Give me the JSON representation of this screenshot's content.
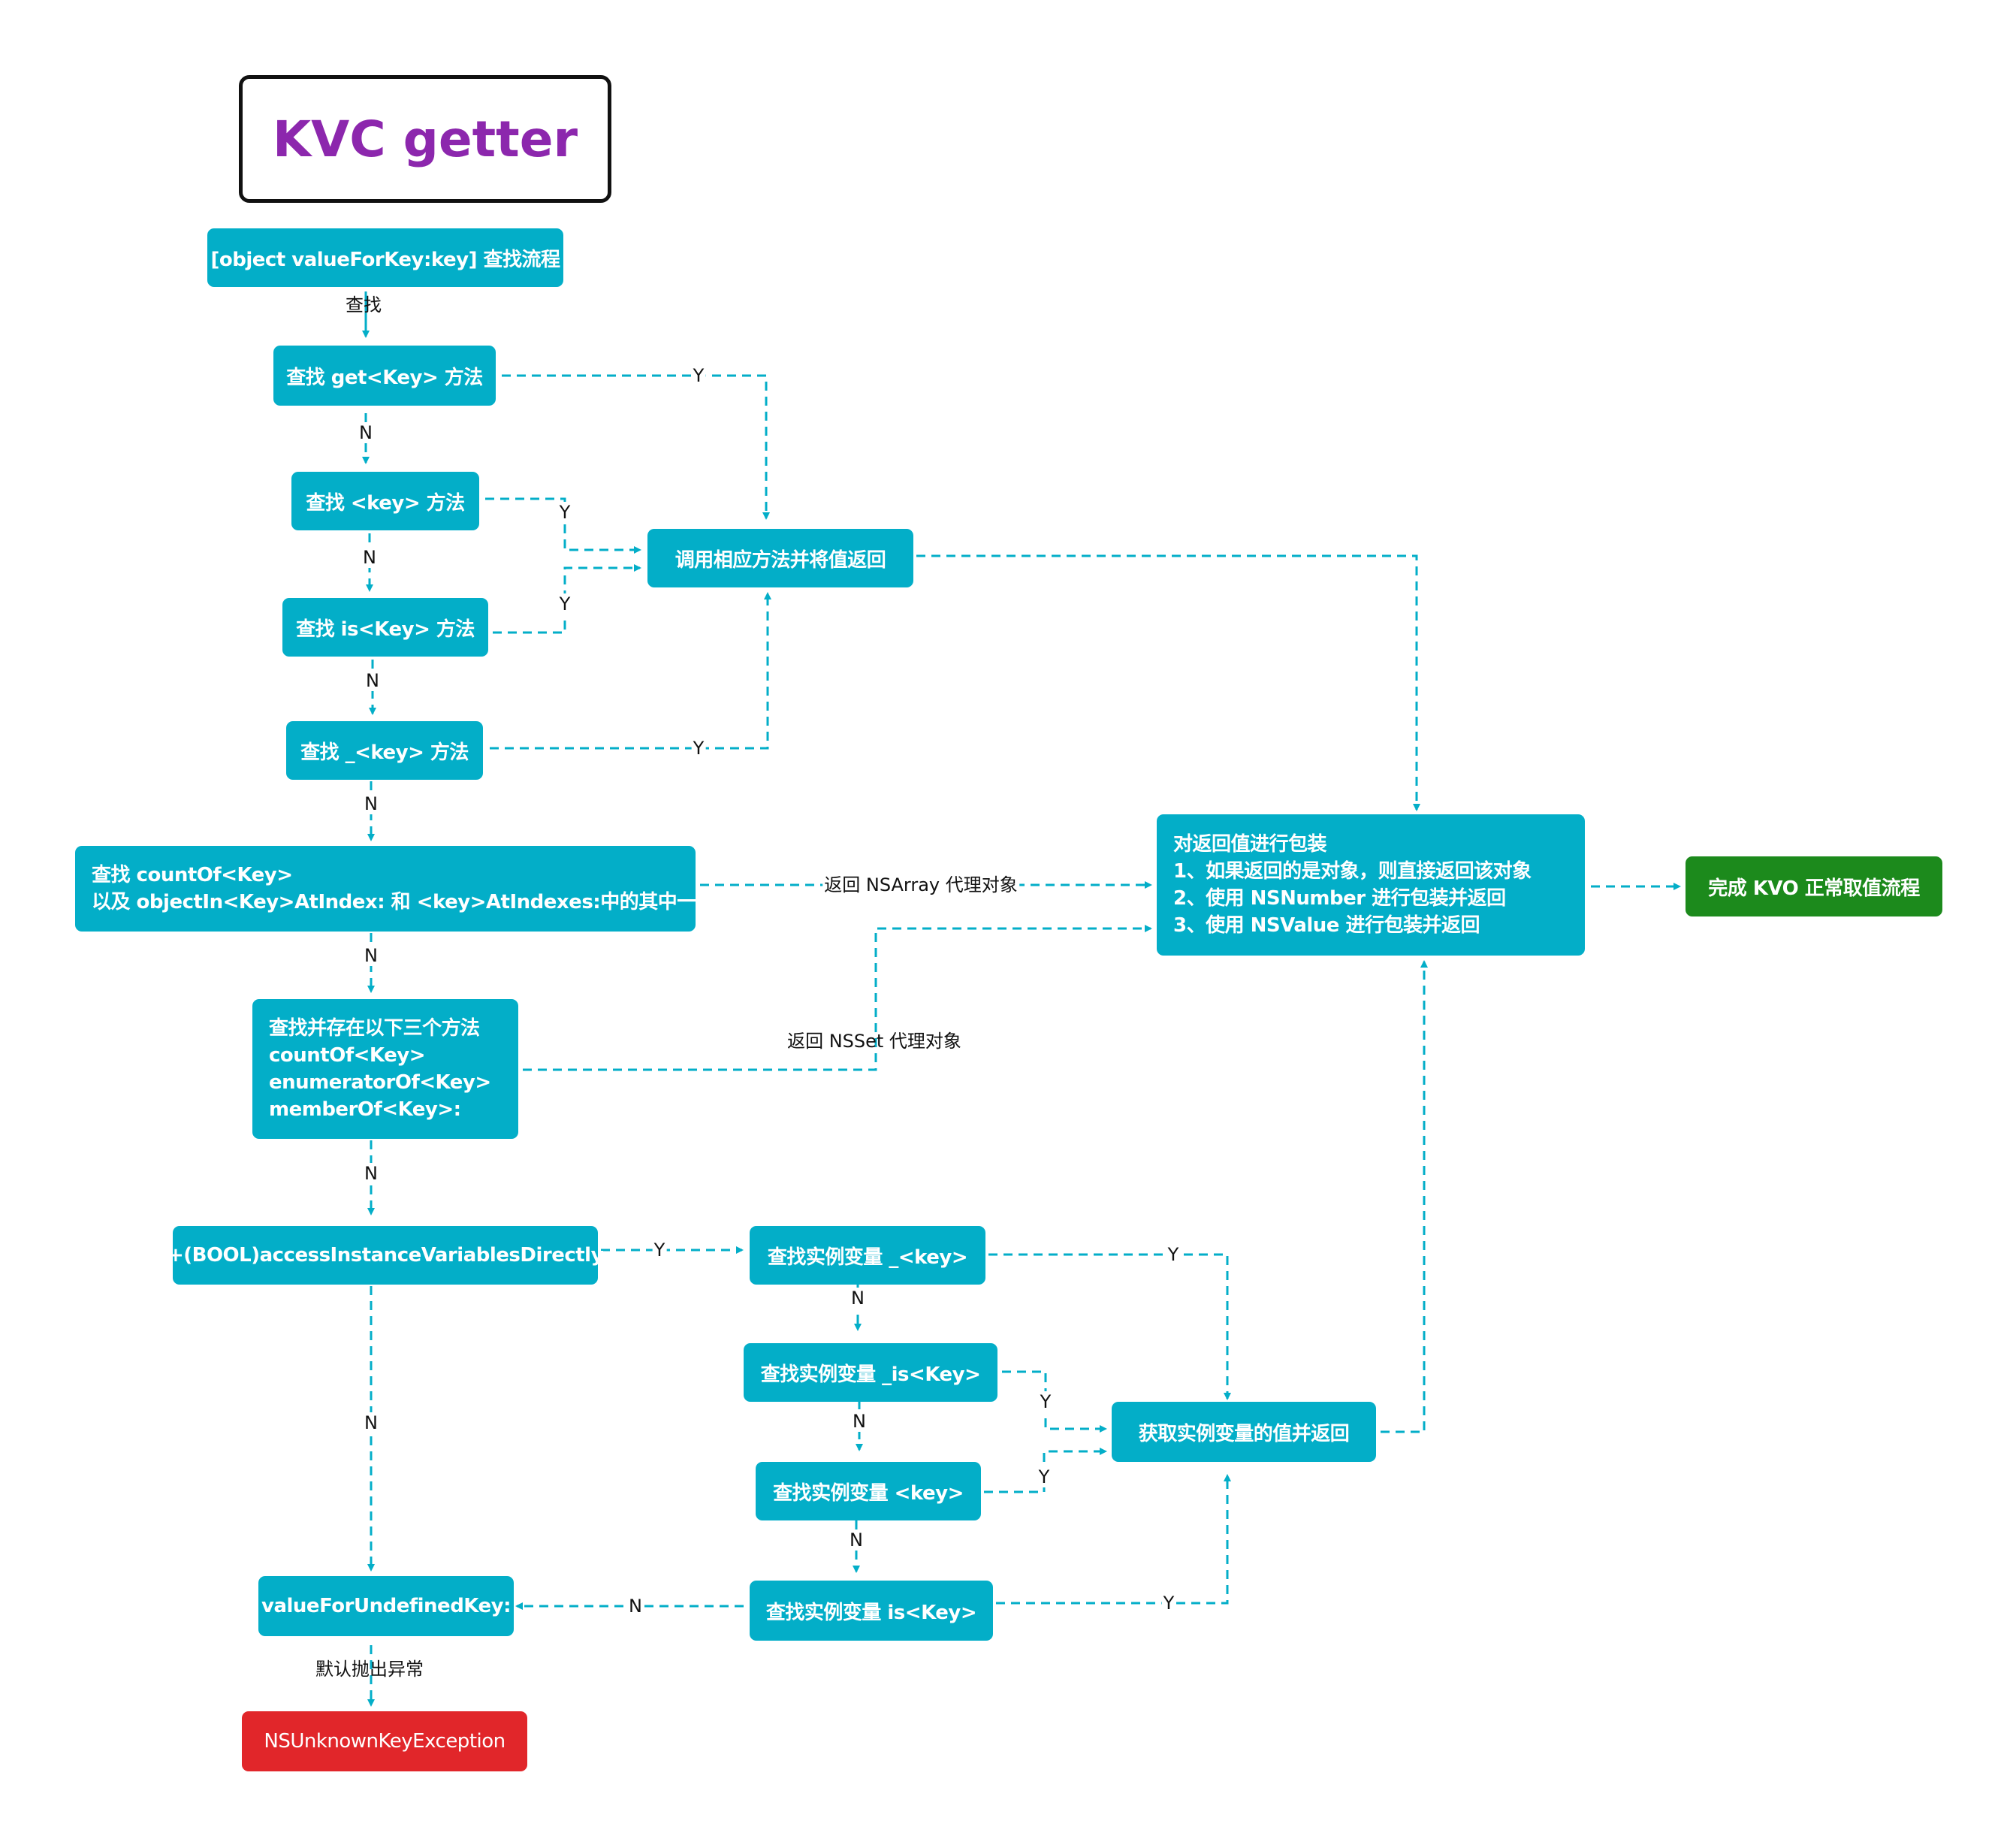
{
  "title": "KVC getter",
  "nodes": {
    "start": "[object valueForKey:key] 查找流程",
    "get_key": "查找 get<Key> 方法",
    "key_method": "查找 <key> 方法",
    "is_key": "查找 is<Key> 方法",
    "underscore_key": "查找 _<key> 方法",
    "call_method": "调用相应方法并将值返回",
    "count_of_line1": "查找 countOf<Key>",
    "count_of_line2": "以及 objectIn<Key>AtIndex: 和 <key>AtIndexes:中的其中一个",
    "three_line1": "查找并存在以下三个方法",
    "three_line2": "countOf<Key>",
    "three_line3": "enumeratorOf<Key>",
    "three_line4": "memberOf<Key>:",
    "access_ivars": "+(BOOL)accessInstanceVariablesDirectly",
    "ivar_underscore_key": "查找实例变量 _<key>",
    "ivar_underscore_is_key": "查找实例变量 _is<Key>",
    "ivar_key": "查找实例变量 <key>",
    "ivar_is_key": "查找实例变量 is<Key>",
    "get_ivar_value": "获取实例变量的值并返回",
    "wrap_line1": "对返回值进行包装",
    "wrap_line2": "1、如果返回的是对象，则直接返回该对象",
    "wrap_line3": "2、使用 NSNumber 进行包装并返回",
    "wrap_line4": "3、使用 NSValue 进行包装并返回",
    "done": "完成 KVO 正常取值流程",
    "undefined_key": "valueForUndefinedKey:",
    "exception": "NSUnknownKeyException"
  },
  "edge_labels": {
    "search": "查找",
    "yes": "Y",
    "no": "N",
    "nsarray_proxy": "返回 NSArray 代理对象",
    "nsset_proxy": "返回 NSSet 代理对象",
    "default_throw": "默认抛出异常"
  },
  "colors": {
    "node": "#03aec8",
    "done": "#1c8a1c",
    "exception": "#e1262a",
    "title": "#8c27ad",
    "edge": "#03aec8"
  }
}
